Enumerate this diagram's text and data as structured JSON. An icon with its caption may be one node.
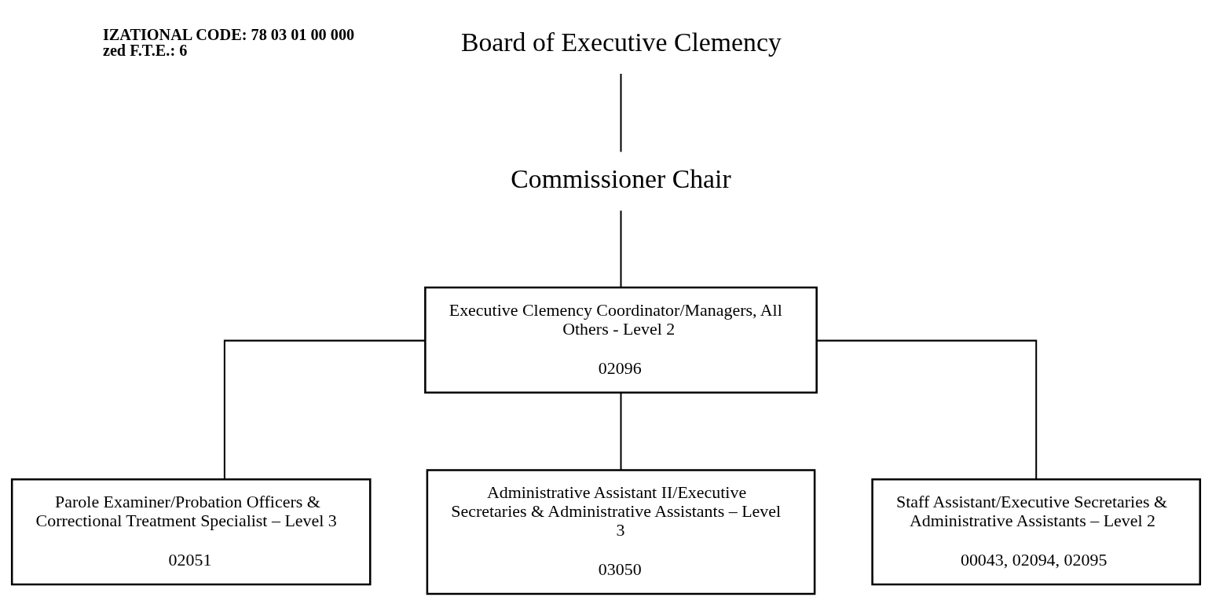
{
  "diagram": {
    "nodes": [
      {
        "text": [
          "Board of Executive Clemency"
        ]
      },
      {
        "text": [
          "Commissioner Chair"
        ]
      },
      {
        "text": [
          "Executive Clemency Coordinator/Managers, All Others - Level 2",
          "02096"
        ]
      },
      {
        "text": [
          "Parole Examiner/Probation Officers & Correctional Treatment Specialist – Level 3",
          "02051"
        ]
      },
      {
        "text": [
          "Administrative Assistant II/Executive Secretaries & Administrative Assistants – Level 3",
          "03050"
        ]
      },
      {
        "text": [
          "Staff Assistant/Executive Secretaries & Administrative Assistants – Level 2",
          "00043, 02094, 02095"
        ]
      }
    ],
    "edges": [
      {
        "from": 0,
        "to": 1,
        "arrow": "none"
      },
      {
        "from": 1,
        "to": 2,
        "arrow": "none"
      },
      {
        "from": 2,
        "to": 3,
        "arrow": "none"
      },
      {
        "from": 2,
        "to": 4,
        "arrow": "none"
      },
      {
        "from": 2,
        "to": 5,
        "arrow": "none"
      }
    ],
    "labels": [
      "IZATIONAL CODE: 78 03 01 00 000",
      "zed F.T.E.: 6"
    ]
  }
}
